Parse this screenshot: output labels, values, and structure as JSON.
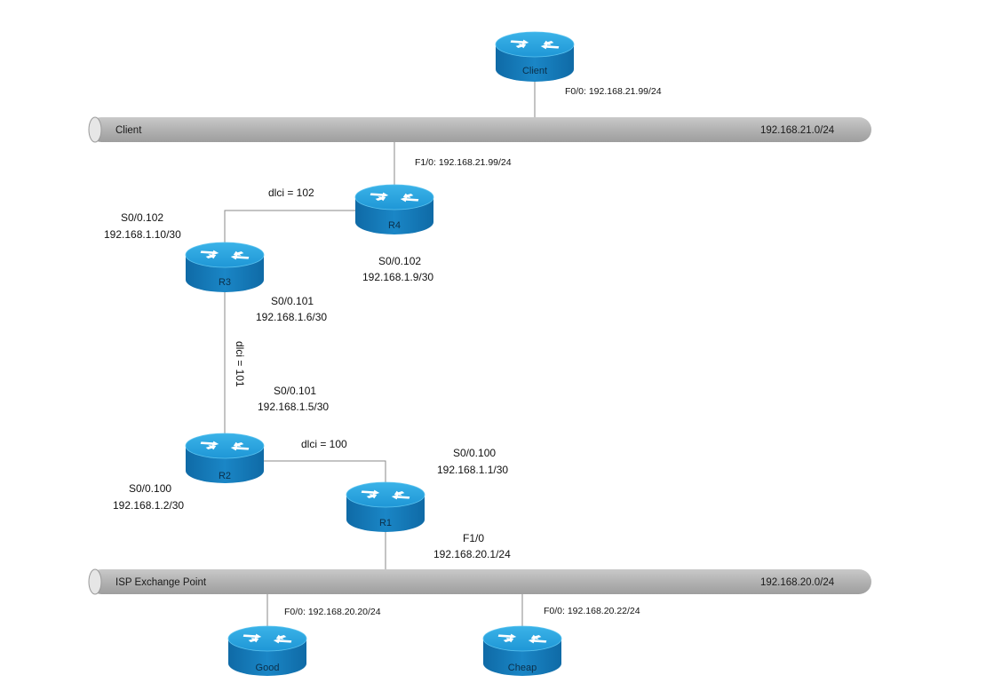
{
  "buses": {
    "client": {
      "name": "Client",
      "subnet": "192.168.21.0/24"
    },
    "isp": {
      "name": "ISP Exchange Point",
      "subnet": "192.168.20.0/24"
    }
  },
  "routers": {
    "client": "Client",
    "r4": "R4",
    "r3": "R3",
    "r2": "R2",
    "r1": "R1",
    "good": "Good",
    "cheap": "Cheap"
  },
  "labels": {
    "client_f00": "F0/0: 192.168.21.99/24",
    "r4_f10": "F1/0: 192.168.21.99/24",
    "dlci_102": "dlci = 102",
    "r3_s0102_if": "S0/0.102",
    "r3_s0102_ip": "192.168.1.10/30",
    "r4_s0102_if": "S0/0.102",
    "r4_s0102_ip": "192.168.1.9/30",
    "r3_s0101_if": "S0/0.101",
    "r3_s0101_ip": "192.168.1.6/30",
    "dlci_101": "dlci = 101",
    "r2_s0101_if": "S0/0.101",
    "r2_s0101_ip": "192.168.1.5/30",
    "dlci_100": "dlci = 100",
    "r1_s0100_if": "S0/0.100",
    "r1_s0100_ip": "192.168.1.1/30",
    "r2_s0100_if": "S0/0.100",
    "r2_s0100_ip": "192.168.1.2/30",
    "r1_f10_if": "F1/0",
    "r1_f10_ip": "192.168.20.1/24",
    "good_f00": "F0/0: 192.168.20.20/24",
    "cheap_f00": "F0/0: 192.168.20.22/24"
  },
  "colors": {
    "router_top": "#2aa3dd",
    "router_side": "#1478b8",
    "bus_fill": "#b4b4b4",
    "link": "#8a8a8a"
  }
}
